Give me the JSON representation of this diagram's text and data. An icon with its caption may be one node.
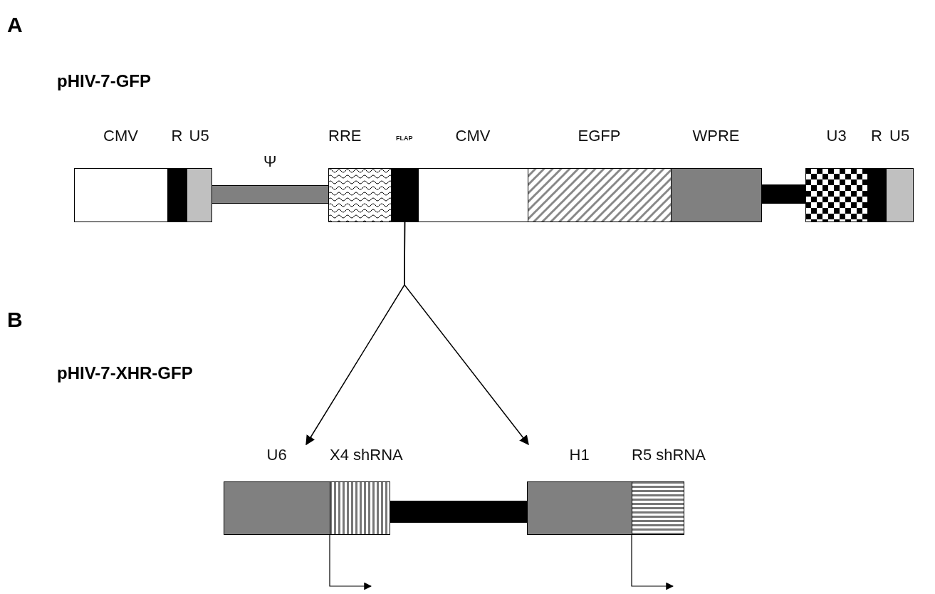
{
  "diagram": {
    "nodes": [
      {
        "text": [
          "CMV"
        ]
      },
      {
        "text": [
          "R"
        ]
      },
      {
        "text": [
          "U5"
        ]
      },
      {
        "text": [
          "Ψ"
        ]
      },
      {
        "text": [
          "RRE"
        ]
      },
      {
        "text": [
          "FLAP"
        ]
      },
      {
        "text": [
          "CMV"
        ]
      },
      {
        "text": [
          "EGFP"
        ]
      },
      {
        "text": [
          "WPRE"
        ]
      },
      {
        "text": [],
        "shape": "bar"
      },
      {
        "text": [
          "U3"
        ]
      },
      {
        "text": [
          "R"
        ]
      },
      {
        "text": [
          "U5"
        ]
      },
      {
        "text": [
          "U6"
        ]
      },
      {
        "text": [
          "X4 shRNA"
        ]
      },
      {
        "text": [],
        "shape": "bar"
      },
      {
        "text": [
          "H1"
        ]
      },
      {
        "text": [
          "R5 shRNA"
        ]
      }
    ],
    "edges": [
      {
        "from": 5,
        "to": 13,
        "arrow": "to"
      },
      {
        "from": 5,
        "to": 16,
        "arrow": "to"
      }
    ],
    "labels": [
      "A",
      "pHIV-7-GFP",
      "B",
      "pHIV-7-XHR-GFP"
    ]
  }
}
